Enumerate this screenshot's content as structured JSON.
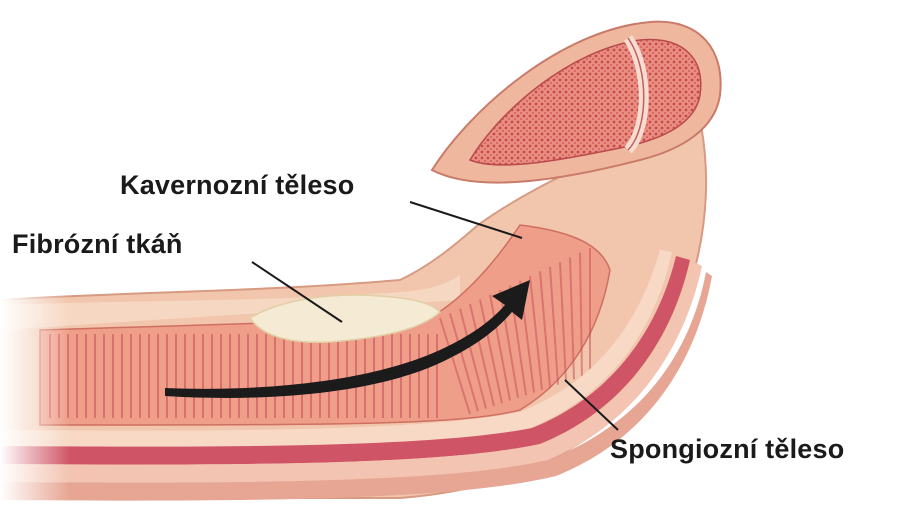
{
  "labels": {
    "cavernous_body": "Kavernozní těleso",
    "fibrous_tissue": "Fibrózní tkáň",
    "spongy_body": "Spongiozní těleso"
  },
  "colors": {
    "background": "#ffffff",
    "tissue_outer": "#f3c9ae",
    "tissue_pink": "#e9a48e",
    "stripe_red": "#c8485a",
    "fibrosis": "#f4ead2",
    "arrow": "#1b1b1b",
    "leader": "#1a1a1a"
  }
}
